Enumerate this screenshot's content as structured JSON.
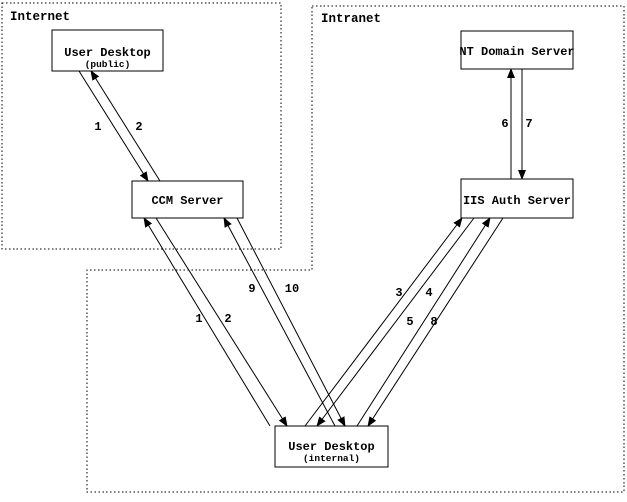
{
  "page": {
    "background_color": "#ffffff",
    "line_color": "#000000"
  },
  "zones": [
    {
      "label": "Internet"
    },
    {
      "label": "Intranet"
    }
  ],
  "nodes": [
    {
      "label": "User Desktop",
      "sublabel": "(public)",
      "zone": "Internet"
    },
    {
      "label": "CCM Server",
      "zone": "Internet"
    },
    {
      "label": "NT Domain Server",
      "zone": "Intranet"
    },
    {
      "label": "IIS Auth Server",
      "zone": "Intranet"
    },
    {
      "label": "User Desktop",
      "sublabel": "(internal)",
      "zone": "Intranet"
    }
  ],
  "arrows": [
    {
      "label": "1",
      "from": "User Desktop (public)",
      "to": "CCM Server"
    },
    {
      "label": "2",
      "from": "CCM Server",
      "to": "User Desktop (public)"
    },
    {
      "label": "6",
      "from": "IIS Auth Server",
      "to": "NT Domain Server"
    },
    {
      "label": "7",
      "from": "NT Domain Server",
      "to": "IIS Auth Server"
    },
    {
      "label": "1",
      "from": "User Desktop (internal)",
      "to": "CCM Server"
    },
    {
      "label": "2",
      "from": "CCM Server",
      "to": "User Desktop (internal)"
    },
    {
      "label": "9",
      "from": "User Desktop (internal)",
      "to": "CCM Server"
    },
    {
      "label": "10",
      "from": "CCM Server",
      "to": "User Desktop (internal)"
    },
    {
      "label": "3",
      "from": "User Desktop (internal)",
      "to": "IIS Auth Server"
    },
    {
      "label": "4",
      "from": "IIS Auth Server",
      "to": "User Desktop (internal)"
    },
    {
      "label": "5",
      "from": "User Desktop (internal)",
      "to": "IIS Auth Server"
    },
    {
      "label": "8",
      "from": "IIS Auth Server",
      "to": "User Desktop (internal)"
    }
  ]
}
